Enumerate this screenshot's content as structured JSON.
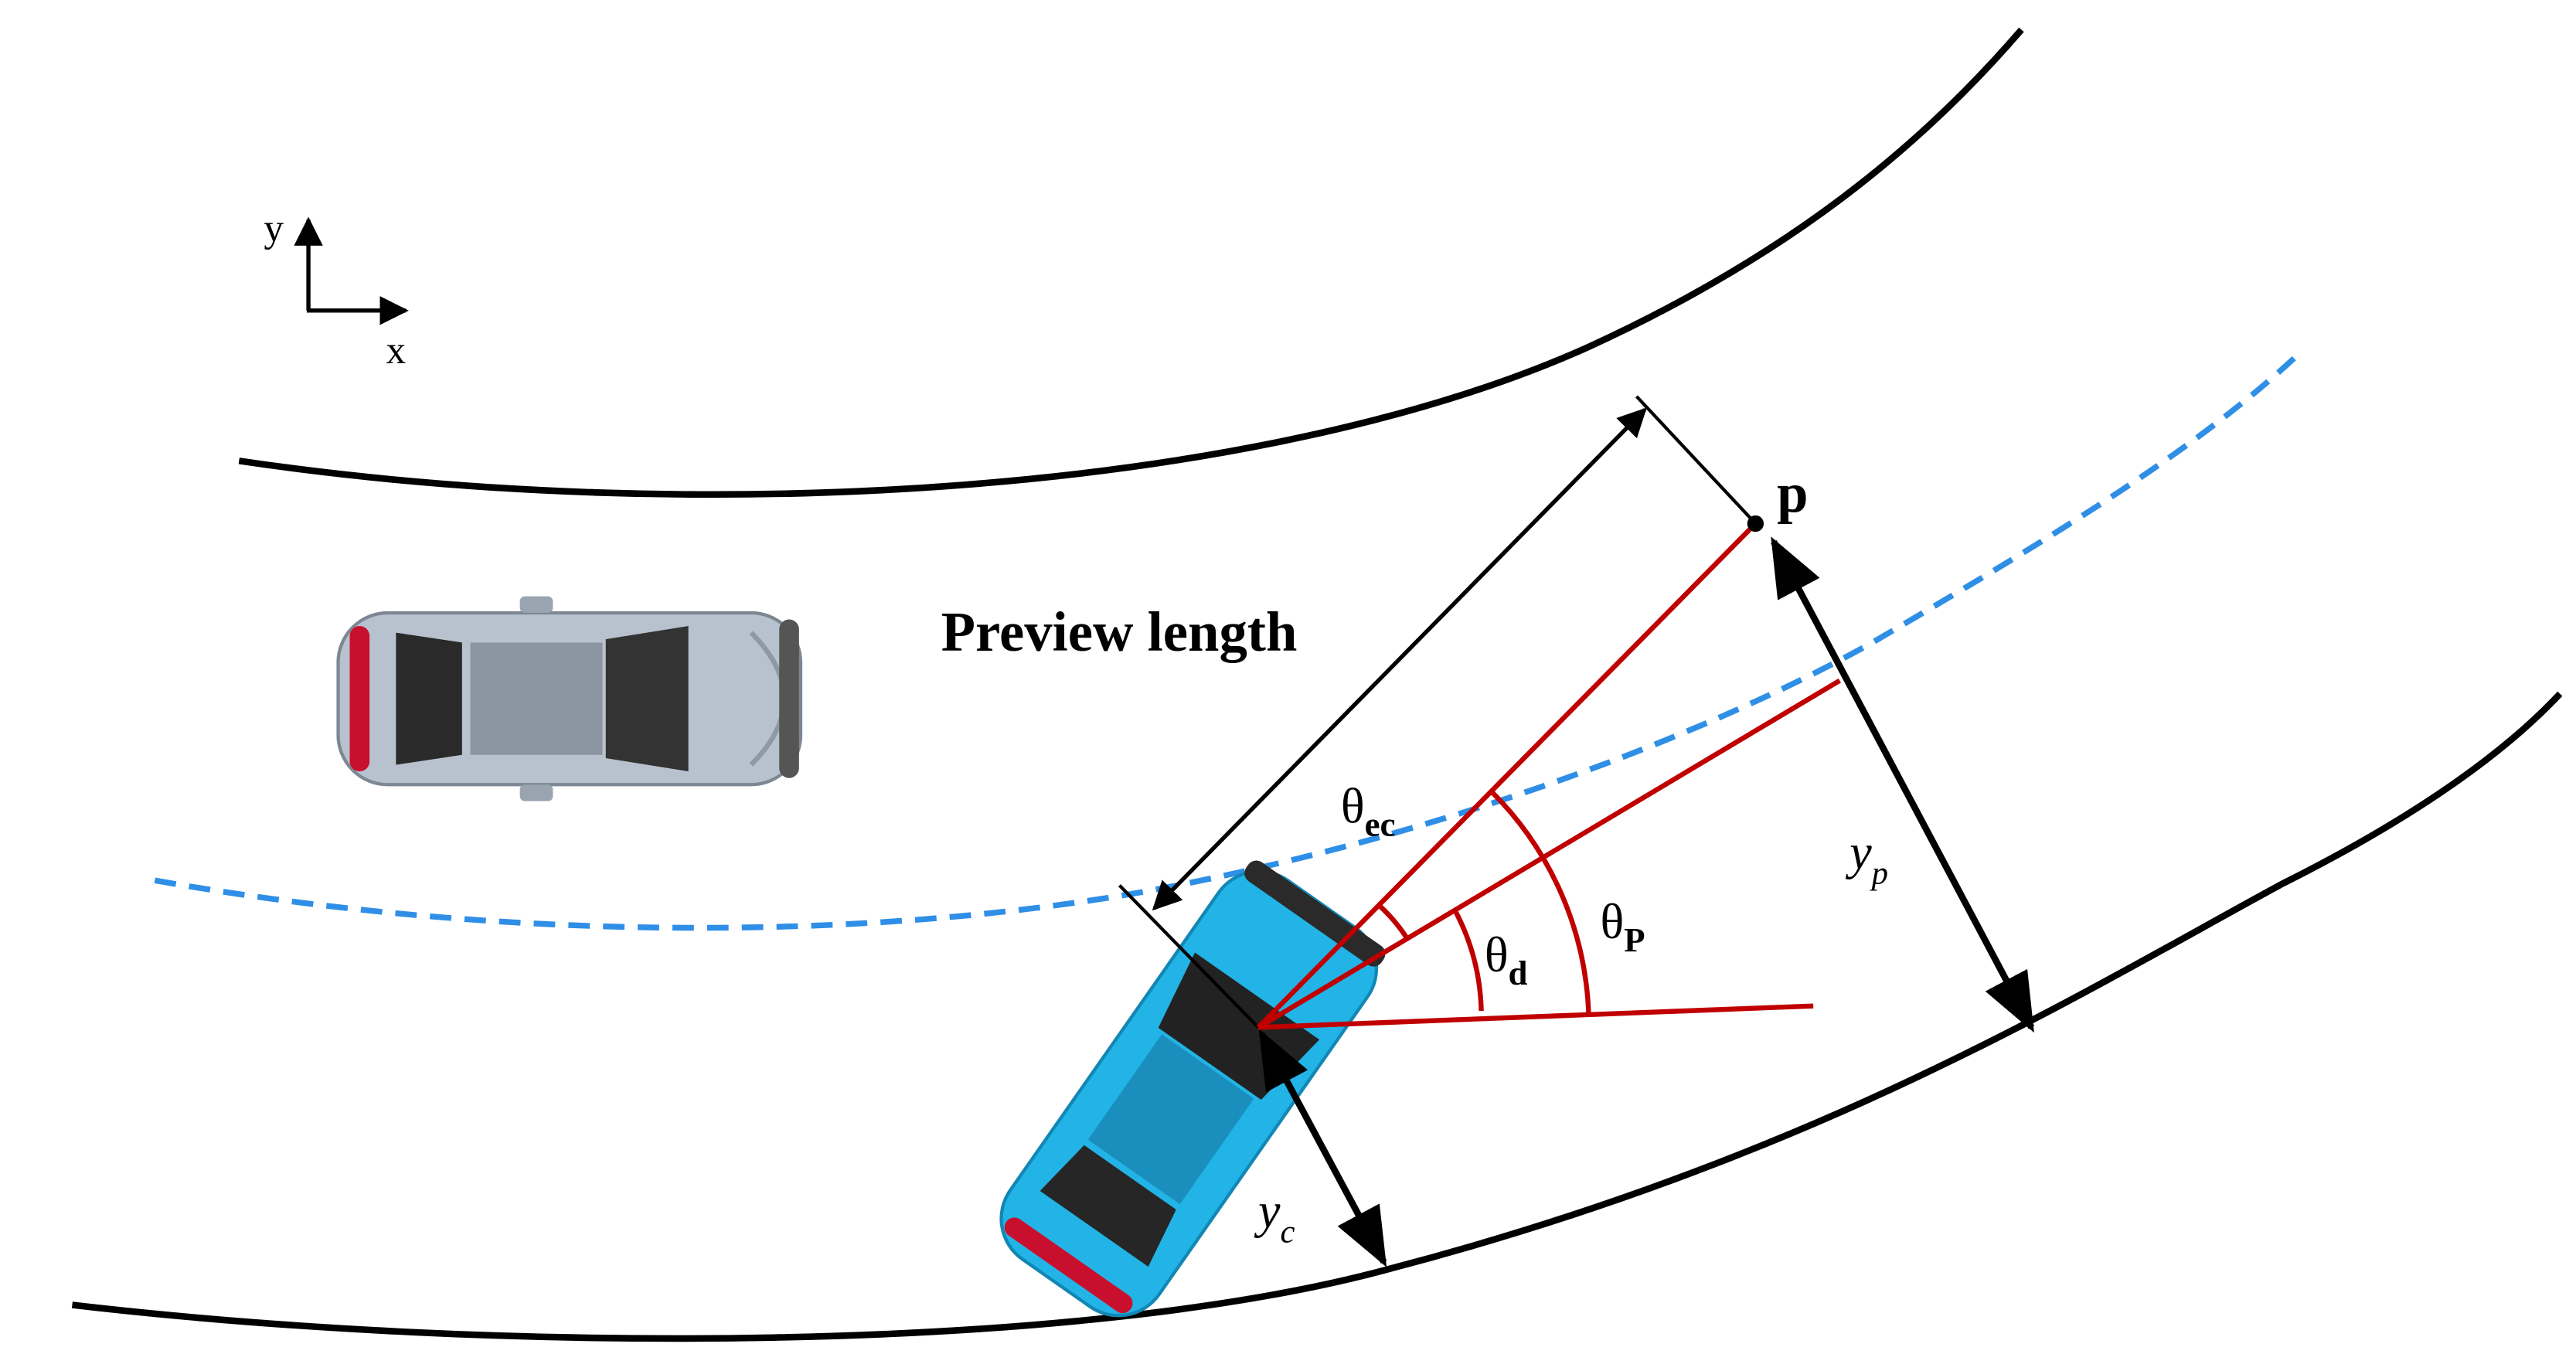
{
  "axes_legend": {
    "y_label": "y",
    "x_label": "x"
  },
  "labels": {
    "preview_length": "Preview length",
    "point_p": "p",
    "theta_ec": {
      "base": "θ",
      "sub": "ec"
    },
    "theta_d": {
      "base": "θ",
      "sub": "d"
    },
    "theta_p": {
      "base": "θ",
      "sub": "P"
    },
    "y_p": {
      "base": "y",
      "sub": "p"
    },
    "y_c": {
      "base": "y",
      "sub": "c"
    }
  },
  "colors": {
    "road_edge": "#000000",
    "reference_path": "#2f8fe6",
    "angle_lines": "#c00000",
    "ego_car_body": "#22b4e6",
    "other_car_body": "#b8c2cf"
  }
}
